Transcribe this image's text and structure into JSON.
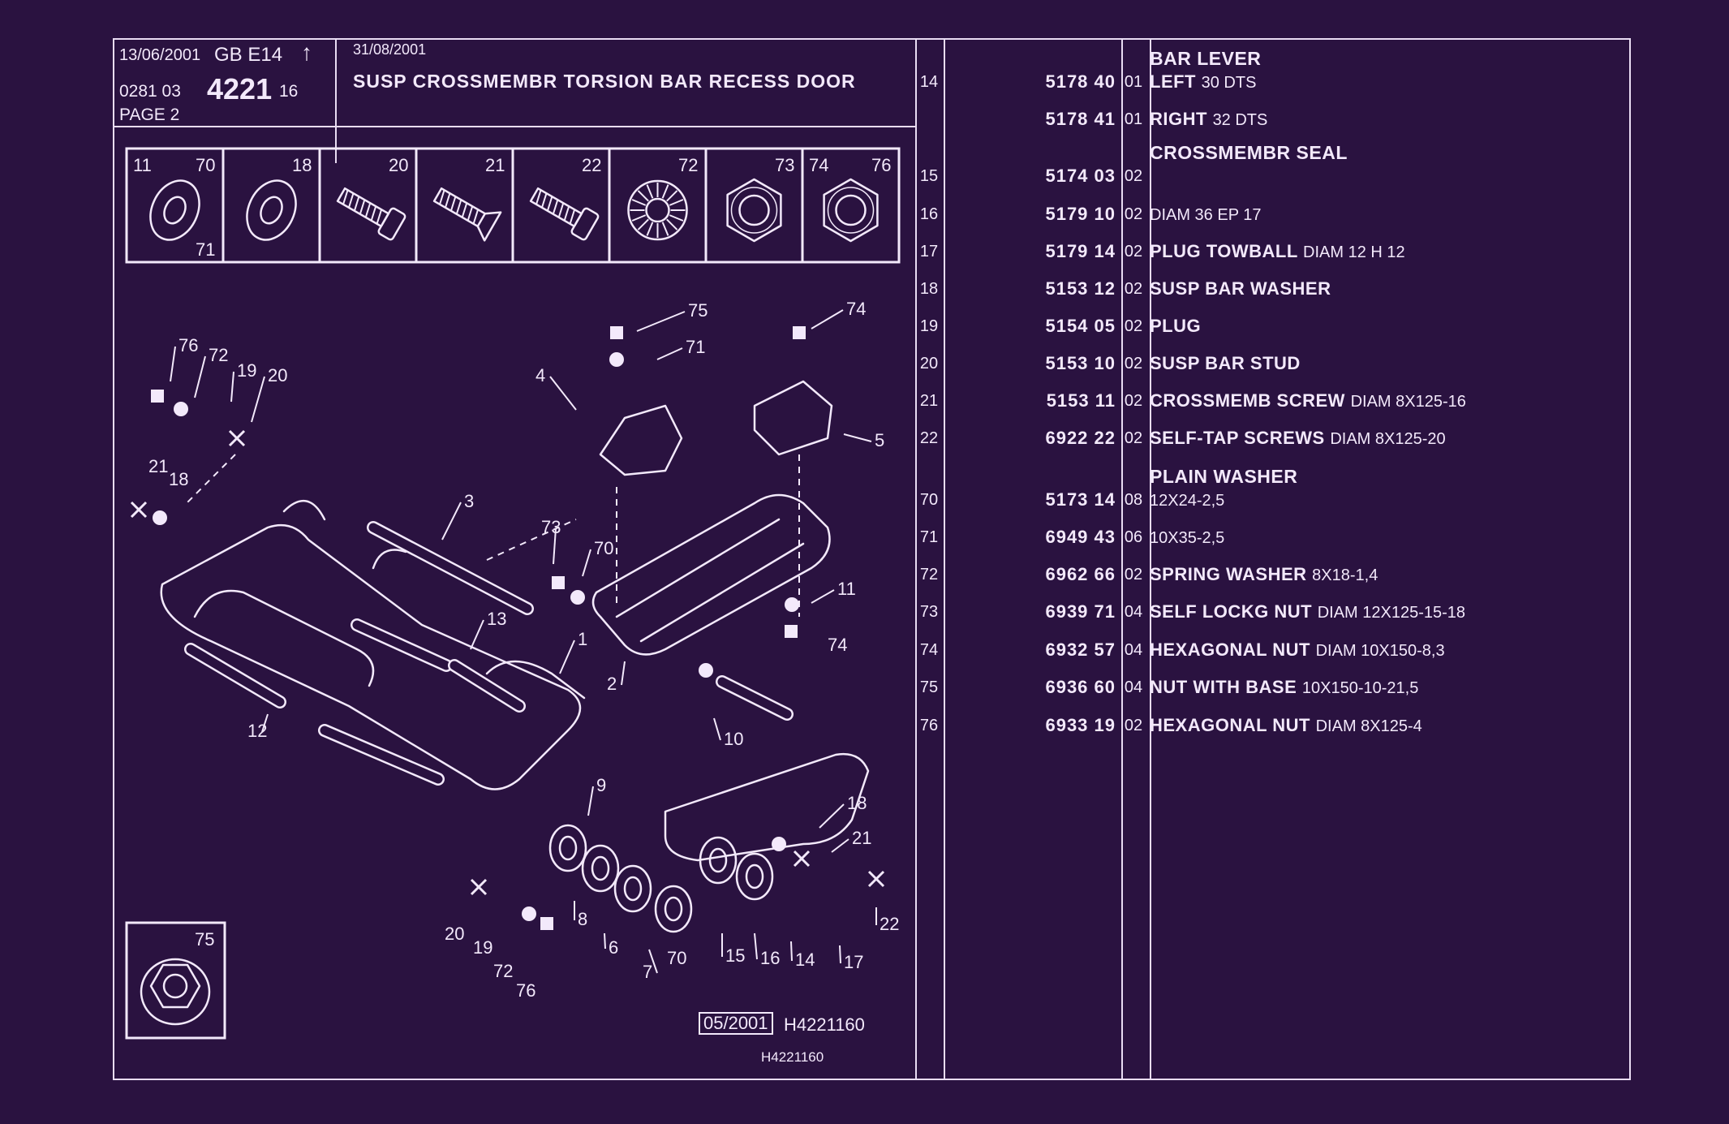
{
  "header": {
    "date1": "13/06/2001",
    "code": "GB  E14",
    "ref_prefix": "0281  03",
    "ref_main": "4221",
    "ref_suffix": "16",
    "page": "PAGE  2",
    "date2": "31/08/2001",
    "title": "SUSP CROSSMEMBR TORSION BAR RECESS DOOR"
  },
  "thumbnails": [
    {
      "labels": [
        "11",
        "70",
        "71"
      ],
      "icon": "washer-icon"
    },
    {
      "labels": [
        "18"
      ],
      "icon": "washer-icon"
    },
    {
      "labels": [
        "20"
      ],
      "icon": "stud-icon"
    },
    {
      "labels": [
        "21"
      ],
      "icon": "countersunk-screw-icon"
    },
    {
      "labels": [
        "22"
      ],
      "icon": "flange-screw-icon"
    },
    {
      "labels": [
        "72"
      ],
      "icon": "spring-washer-icon"
    },
    {
      "labels": [
        "73"
      ],
      "icon": "lock-nut-icon"
    },
    {
      "labels": [
        "74",
        "76"
      ],
      "icon": "hex-nut-icon"
    }
  ],
  "thumb75": {
    "label": "75",
    "icon": "flange-nut-icon"
  },
  "diagram": {
    "callouts": [
      "1",
      "2",
      "3",
      "4",
      "5",
      "6",
      "7",
      "8",
      "9",
      "10",
      "11",
      "12",
      "13",
      "14",
      "15",
      "16",
      "17",
      "18",
      "19",
      "20",
      "21",
      "22",
      "70",
      "71",
      "72",
      "73",
      "74",
      "75",
      "76"
    ],
    "stamp_date": "05/2001",
    "stamp_code": "H4221160",
    "footer_code": "H4221160"
  },
  "parts": [
    {
      "num": "14",
      "heading": "BAR LEVER",
      "ref": "5178 40",
      "qty": "01",
      "desc_bold": "LEFT",
      "desc_light": "30 DTS"
    },
    {
      "num": "",
      "heading": "",
      "ref": "5178 41",
      "qty": "01",
      "desc_bold": "RIGHT",
      "desc_light": "32 DTS"
    },
    {
      "num": "15",
      "heading": "CROSSMEMBR SEAL",
      "ref": "5174 03",
      "qty": "02",
      "desc_bold": "",
      "desc_light": ""
    },
    {
      "num": "16",
      "heading": "",
      "ref": "5179 10",
      "qty": "02",
      "desc_bold": "",
      "desc_light": "DIAM 36 EP 17"
    },
    {
      "num": "17",
      "heading": "",
      "ref": "5179 14",
      "qty": "02",
      "desc_bold": "PLUG TOWBALL",
      "desc_light": "DIAM 12 H 12"
    },
    {
      "num": "18",
      "heading": "",
      "ref": "5153 12",
      "qty": "02",
      "desc_bold": "SUSP BAR WASHER",
      "desc_light": ""
    },
    {
      "num": "19",
      "heading": "",
      "ref": "5154 05",
      "qty": "02",
      "desc_bold": "PLUG",
      "desc_light": ""
    },
    {
      "num": "20",
      "heading": "",
      "ref": "5153 10",
      "qty": "02",
      "desc_bold": "SUSP BAR STUD",
      "desc_light": ""
    },
    {
      "num": "21",
      "heading": "",
      "ref": "5153 11",
      "qty": "02",
      "desc_bold": "CROSSMEMB SCREW",
      "desc_light": "DIAM 8X125-16"
    },
    {
      "num": "22",
      "heading": "",
      "ref": "6922 22",
      "qty": "02",
      "desc_bold": "SELF-TAP SCREWS",
      "desc_light": "DIAM 8X125-20"
    },
    {
      "num": "70",
      "heading": "PLAIN WASHER",
      "ref": "5173 14",
      "qty": "08",
      "desc_bold": "",
      "desc_light": "12X24-2,5"
    },
    {
      "num": "71",
      "heading": "",
      "ref": "6949 43",
      "qty": "06",
      "desc_bold": "",
      "desc_light": "10X35-2,5"
    },
    {
      "num": "72",
      "heading": "",
      "ref": "6962 66",
      "qty": "02",
      "desc_bold": "SPRING WASHER",
      "desc_light": "8X18-1,4"
    },
    {
      "num": "73",
      "heading": "",
      "ref": "6939 71",
      "qty": "04",
      "desc_bold": "SELF LOCKG NUT",
      "desc_light": "DIAM 12X125-15-18"
    },
    {
      "num": "74",
      "heading": "",
      "ref": "6932 57",
      "qty": "04",
      "desc_bold": "HEXAGONAL NUT",
      "desc_light": "DIAM 10X150-8,3"
    },
    {
      "num": "75",
      "heading": "",
      "ref": "6936 60",
      "qty": "04",
      "desc_bold": "NUT WITH BASE",
      "desc_light": "10X150-10-21,5"
    },
    {
      "num": "76",
      "heading": "",
      "ref": "6933 19",
      "qty": "02",
      "desc_bold": "HEXAGONAL NUT",
      "desc_light": "DIAM 8X125-4"
    }
  ],
  "colors": {
    "background": "#2a1240",
    "ink": "#f3e9fb"
  }
}
